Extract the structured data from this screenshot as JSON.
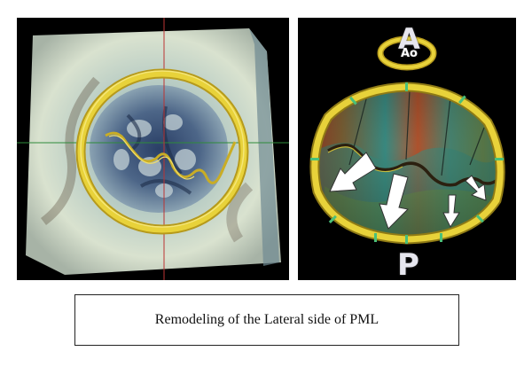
{
  "figure": {
    "right_panel": {
      "label_top": "A",
      "label_ring": "Ao",
      "label_bottom": "P"
    },
    "caption": "Remodeling of the Lateral side of PML"
  },
  "colors": {
    "annuloplasty_ring": "#e8d23a",
    "arrow_fill": "#ffffff",
    "background": "#000000"
  },
  "icons": [
    "annuloplasty-ring-icon",
    "aortic-ring-icon",
    "arrow-icon"
  ]
}
